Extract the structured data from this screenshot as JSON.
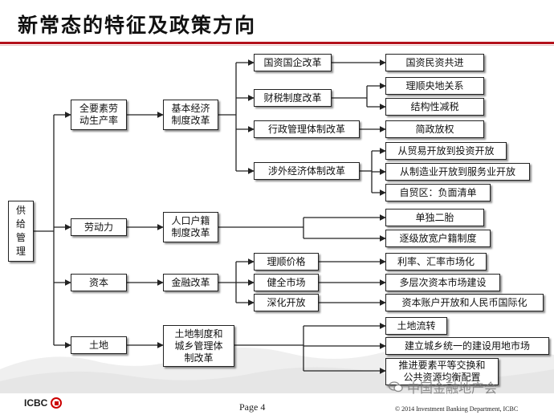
{
  "title": "新常态的特征及政策方向",
  "nodes": {
    "root": "供\n给\n管\n理",
    "l1": [
      "全要素劳\n动生产率",
      "劳动力",
      "资本",
      "土地"
    ],
    "l2": [
      "基本经济\n制度改革",
      "人口户籍\n制度改革",
      "金融改革",
      "土地制度和\n城乡管理体\n制改革"
    ],
    "l3": [
      "国资国企改革",
      "财税制度改革",
      "行政管理体制改革",
      "涉外经济体制改革",
      "理顺价格",
      "健全市场",
      "深化开放"
    ],
    "l4": [
      "国资民资共进",
      "理顺央地关系",
      "结构性减税",
      "简政放权",
      "从贸易开放到投资开放",
      "从制造业开放到服务业开放",
      "自贸区：负面清单",
      "单独二胎",
      "逐级放宽户籍制度",
      "利率、汇率市场化",
      "多层次资本市场建设",
      "资本账户开放和人民币国际化",
      "土地流转",
      "建立城乡统一的建设用地市场",
      "推进要素平等交换和\n公共资源均衡配置"
    ]
  },
  "footer": {
    "brand": "ICBC",
    "page": "Page 4",
    "copyright": "© 2014 Investment Banking Department, ICBC",
    "watermark": "中国金融地产会"
  },
  "colors": {
    "accent": "#b3111a",
    "line": "#222222",
    "node_border": "#222222"
  }
}
